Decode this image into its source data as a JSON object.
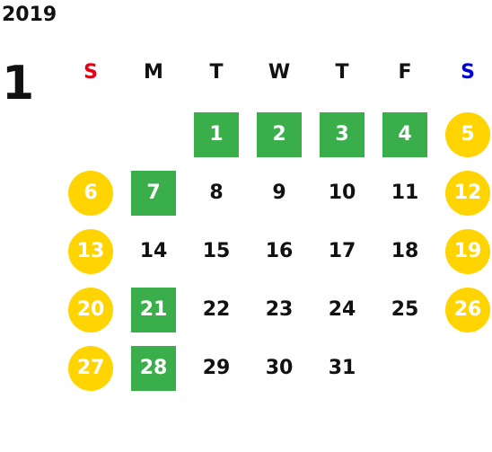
{
  "year": "2019",
  "month": "1",
  "colors": {
    "sunday_header": "#e60012",
    "saturday_header": "#0000d6",
    "holiday_square": "#3aae4a",
    "weekend_circle": "#ffd400"
  },
  "weekdays": [
    {
      "label": "S",
      "color": "#e60012"
    },
    {
      "label": "M",
      "color": "#111111"
    },
    {
      "label": "T",
      "color": "#111111"
    },
    {
      "label": "W",
      "color": "#111111"
    },
    {
      "label": "T",
      "color": "#111111"
    },
    {
      "label": "F",
      "color": "#111111"
    },
    {
      "label": "S",
      "color": "#0000d6"
    }
  ],
  "weeks": [
    [
      null,
      null,
      {
        "day": "1",
        "style": "holiday"
      },
      {
        "day": "2",
        "style": "holiday"
      },
      {
        "day": "3",
        "style": "holiday"
      },
      {
        "day": "4",
        "style": "holiday"
      },
      {
        "day": "5",
        "style": "weekend"
      }
    ],
    [
      {
        "day": "6",
        "style": "weekend"
      },
      {
        "day": "7",
        "style": "holiday"
      },
      {
        "day": "8",
        "style": "plain"
      },
      {
        "day": "9",
        "style": "plain"
      },
      {
        "day": "10",
        "style": "plain"
      },
      {
        "day": "11",
        "style": "plain"
      },
      {
        "day": "12",
        "style": "weekend"
      }
    ],
    [
      {
        "day": "13",
        "style": "weekend"
      },
      {
        "day": "14",
        "style": "plain"
      },
      {
        "day": "15",
        "style": "plain"
      },
      {
        "day": "16",
        "style": "plain"
      },
      {
        "day": "17",
        "style": "plain"
      },
      {
        "day": "18",
        "style": "plain"
      },
      {
        "day": "19",
        "style": "weekend"
      }
    ],
    [
      {
        "day": "20",
        "style": "weekend"
      },
      {
        "day": "21",
        "style": "holiday"
      },
      {
        "day": "22",
        "style": "plain"
      },
      {
        "day": "23",
        "style": "plain"
      },
      {
        "day": "24",
        "style": "plain"
      },
      {
        "day": "25",
        "style": "plain"
      },
      {
        "day": "26",
        "style": "weekend"
      }
    ],
    [
      {
        "day": "27",
        "style": "weekend"
      },
      {
        "day": "28",
        "style": "holiday"
      },
      {
        "day": "29",
        "style": "plain"
      },
      {
        "day": "30",
        "style": "plain"
      },
      {
        "day": "31",
        "style": "plain"
      },
      null,
      null
    ]
  ]
}
